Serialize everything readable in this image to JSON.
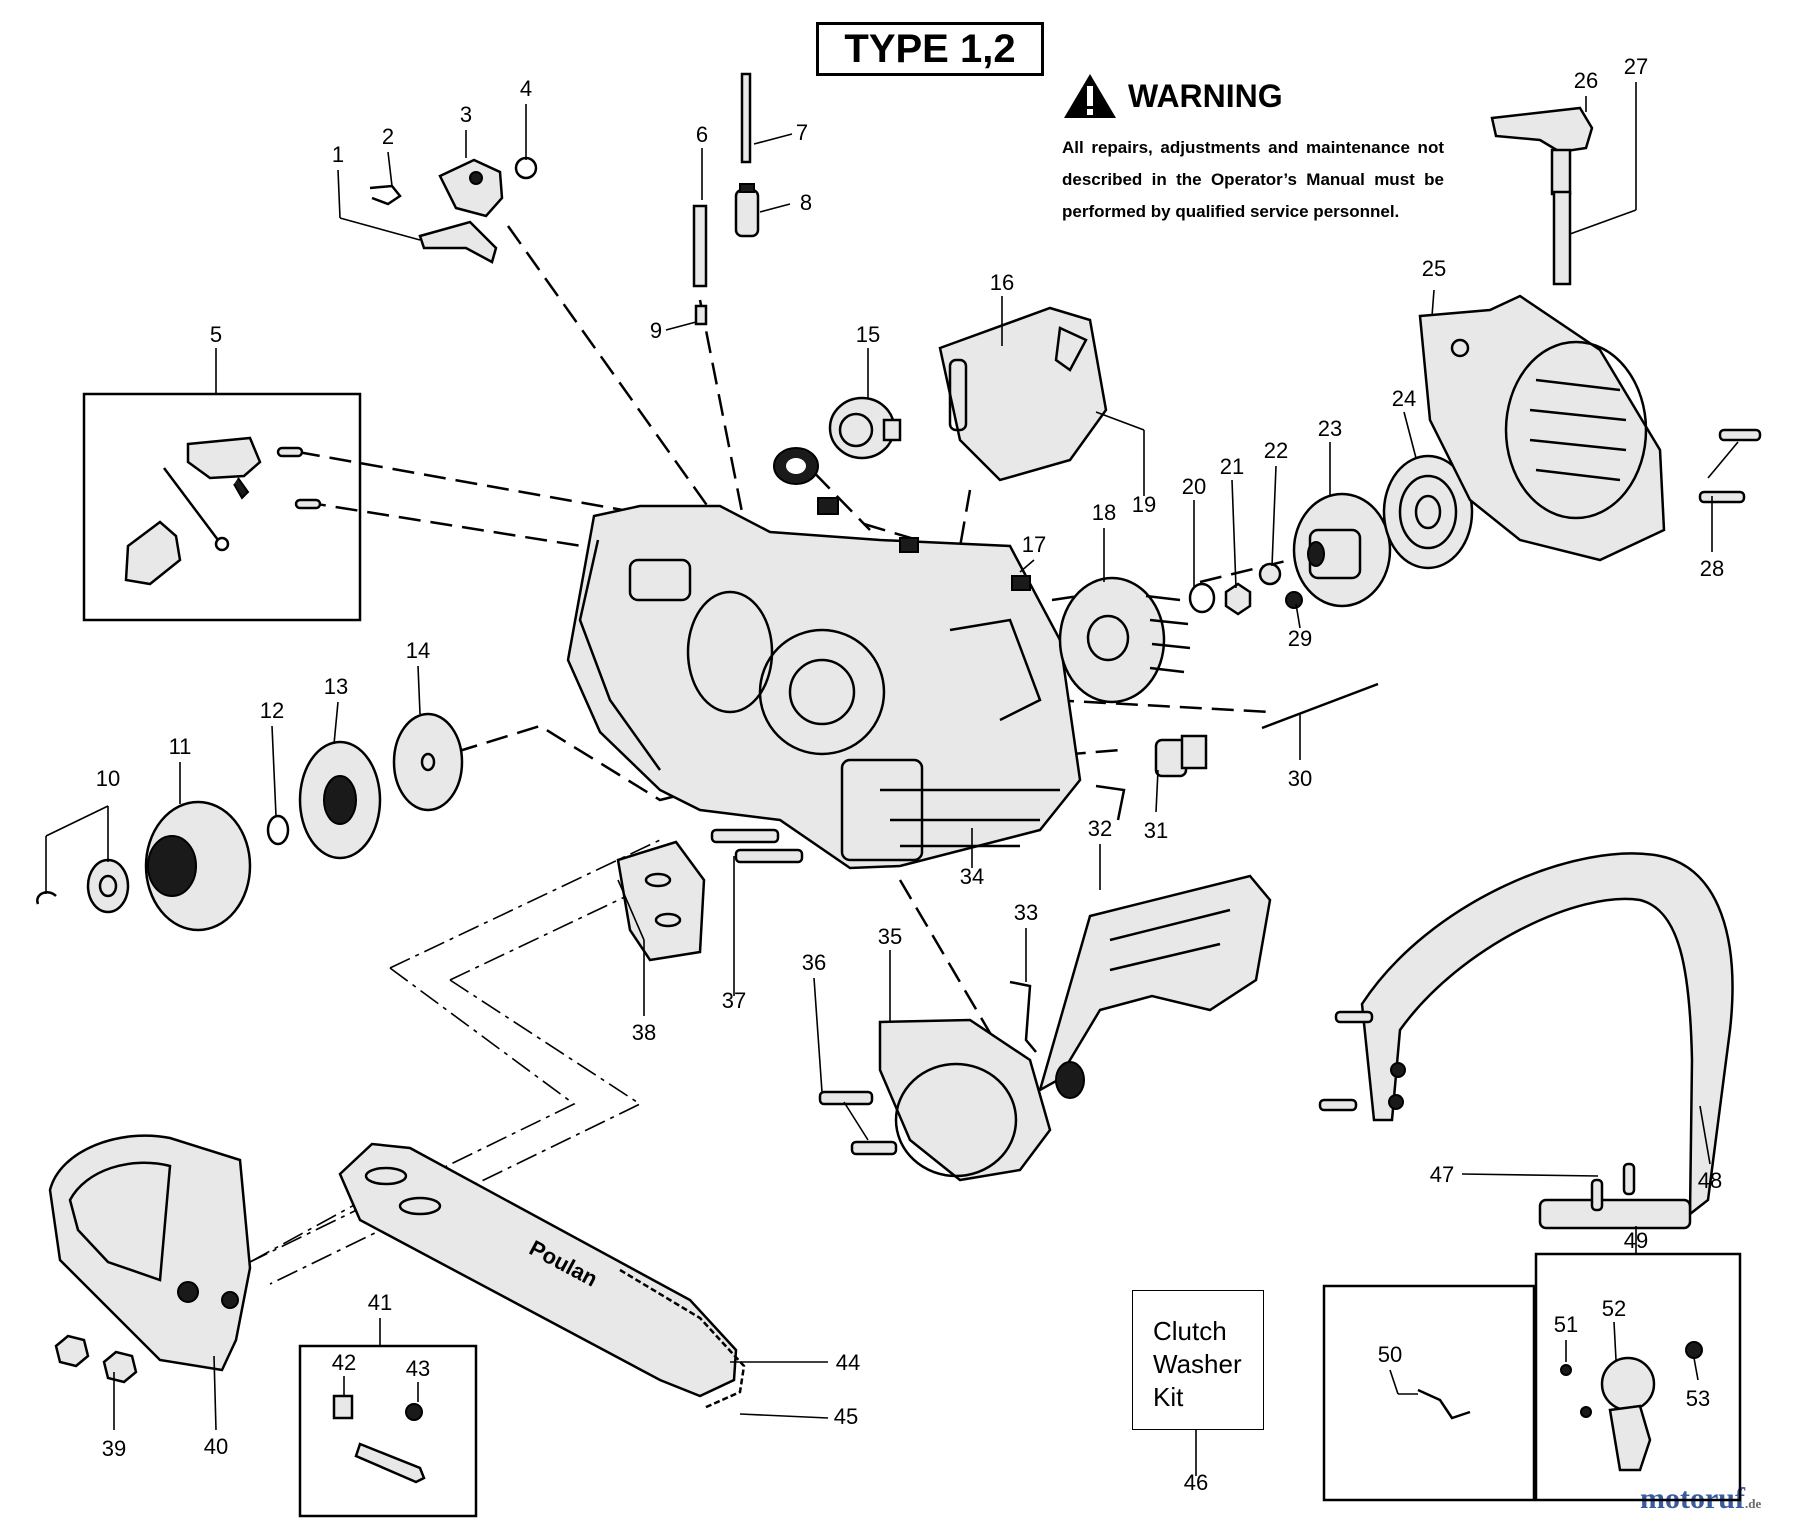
{
  "type_label": "TYPE 1,2",
  "warning": {
    "title": "WARNING",
    "text": "All repairs, adjustments and maintenance not described in the Operator’s Manual must be performed by qualified  service personnel."
  },
  "kit_label": "Clutch Washer Kit",
  "bar_brand": "Poulan",
  "watermark": {
    "name": "motoruf",
    "tld": ".de"
  },
  "callouts": [
    "1",
    "2",
    "3",
    "4",
    "5",
    "6",
    "7",
    "8",
    "9",
    "10",
    "11",
    "12",
    "13",
    "14",
    "15",
    "16",
    "17",
    "18",
    "19",
    "20",
    "21",
    "22",
    "23",
    "24",
    "25",
    "26",
    "27",
    "28",
    "29",
    "30",
    "31",
    "32",
    "33",
    "34",
    "35",
    "36",
    "37",
    "38",
    "39",
    "40",
    "41",
    "42",
    "43",
    "44",
    "45",
    "46",
    "47",
    "48",
    "49",
    "50",
    "51",
    "52",
    "53"
  ],
  "icons": {
    "warning": "warning-triangle-icon"
  }
}
